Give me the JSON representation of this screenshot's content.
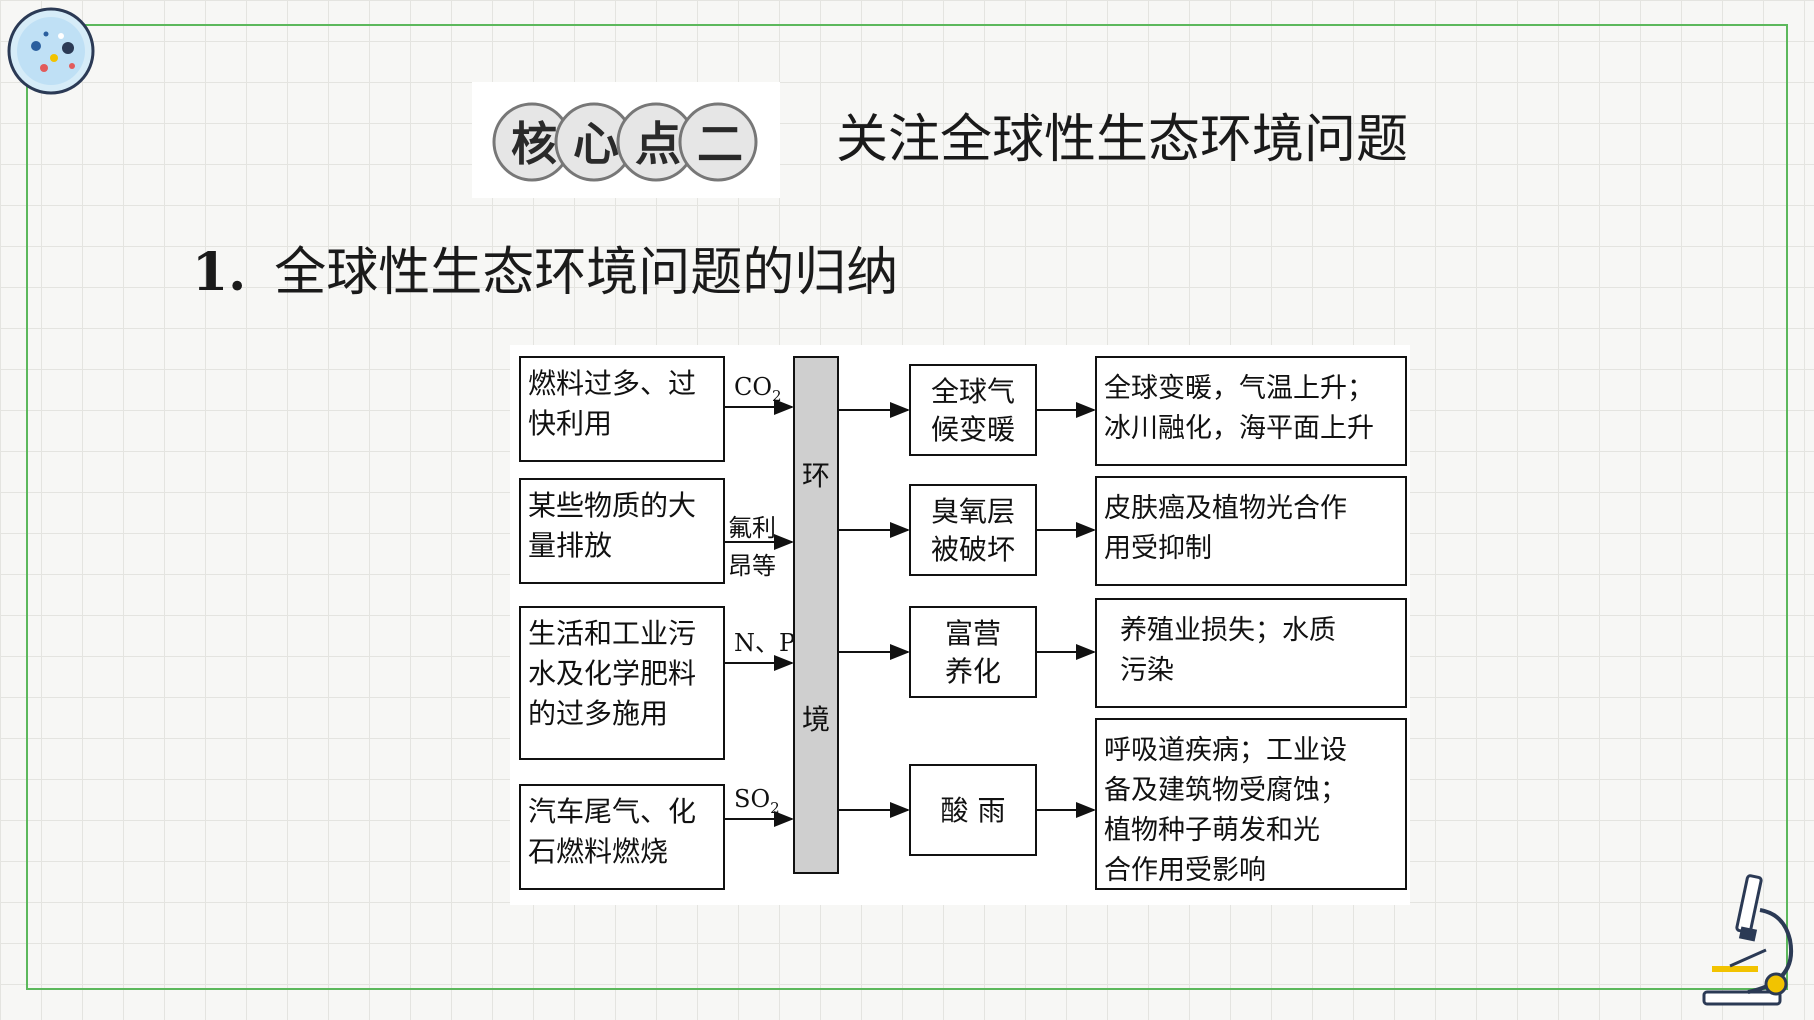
{
  "header": {
    "badge_chars": [
      "核",
      "心",
      "点",
      "二"
    ],
    "title": "关注全球性生态环境问题"
  },
  "section": {
    "number": "1.",
    "title": "全球性生态环境问题的归纳"
  },
  "diagram": {
    "center_chars": [
      "环",
      "境"
    ],
    "causes": [
      [
        "燃料过多、过",
        "快利用"
      ],
      [
        "某些物质的大",
        "量排放"
      ],
      [
        "生活和工业污",
        "水及化学肥料",
        "的过多施用"
      ],
      [
        "汽车尾气、化",
        "石燃料燃烧"
      ]
    ],
    "substances": [
      {
        "base": "CO",
        "sub": "2"
      },
      {
        "lines": [
          "氟利",
          "昂等"
        ]
      },
      {
        "base": "N、P",
        "sub": ""
      },
      {
        "base": "SO",
        "sub": "2"
      }
    ],
    "problems": [
      [
        "全球气",
        "候变暖"
      ],
      [
        "臭氧层",
        "被破坏"
      ],
      [
        "富营",
        "养化"
      ],
      [
        "酸  雨"
      ]
    ],
    "effects": [
      [
        "全球变暖，气温上升；",
        "冰川融化，海平面上升"
      ],
      [
        "皮肤癌及植物光合作",
        "用受抑制"
      ],
      [
        "养殖业损失；水质",
        "污染"
      ],
      [
        "呼吸道疾病；工业设",
        "备及建筑物受腐蚀；",
        "植物种子萌发和光",
        "合作用受影响"
      ]
    ]
  }
}
